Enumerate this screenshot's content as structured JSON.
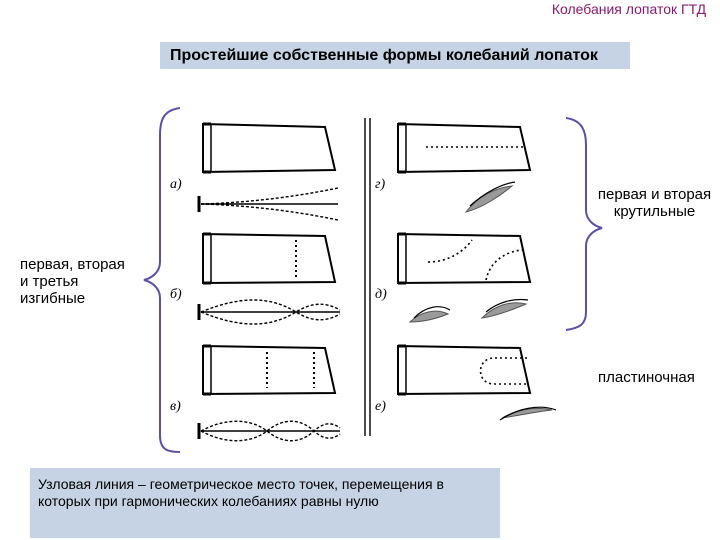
{
  "header": {
    "corner_title": "Колебания лопаток ГТД",
    "main_title": "Простейшие собственные формы колебаний лопаток"
  },
  "labels": {
    "bending": "первая, вторая и третья изгибные",
    "torsion": "первая и вторая крутильные",
    "plate": "пластиночная"
  },
  "figure_labels": {
    "a": "а)",
    "b": "б)",
    "v": "в)",
    "g": "г)",
    "d": "д)",
    "e": "е)"
  },
  "note": "Узловая линия – геометрическое место точек, перемещения в которых при гармонических колебаниях равны нулю",
  "colors": {
    "title_bg": "#c6d3e4",
    "corner_title": "#8a1a6e",
    "brace": "#5b4fa8",
    "blade_shadow": "#9a9a9a"
  }
}
